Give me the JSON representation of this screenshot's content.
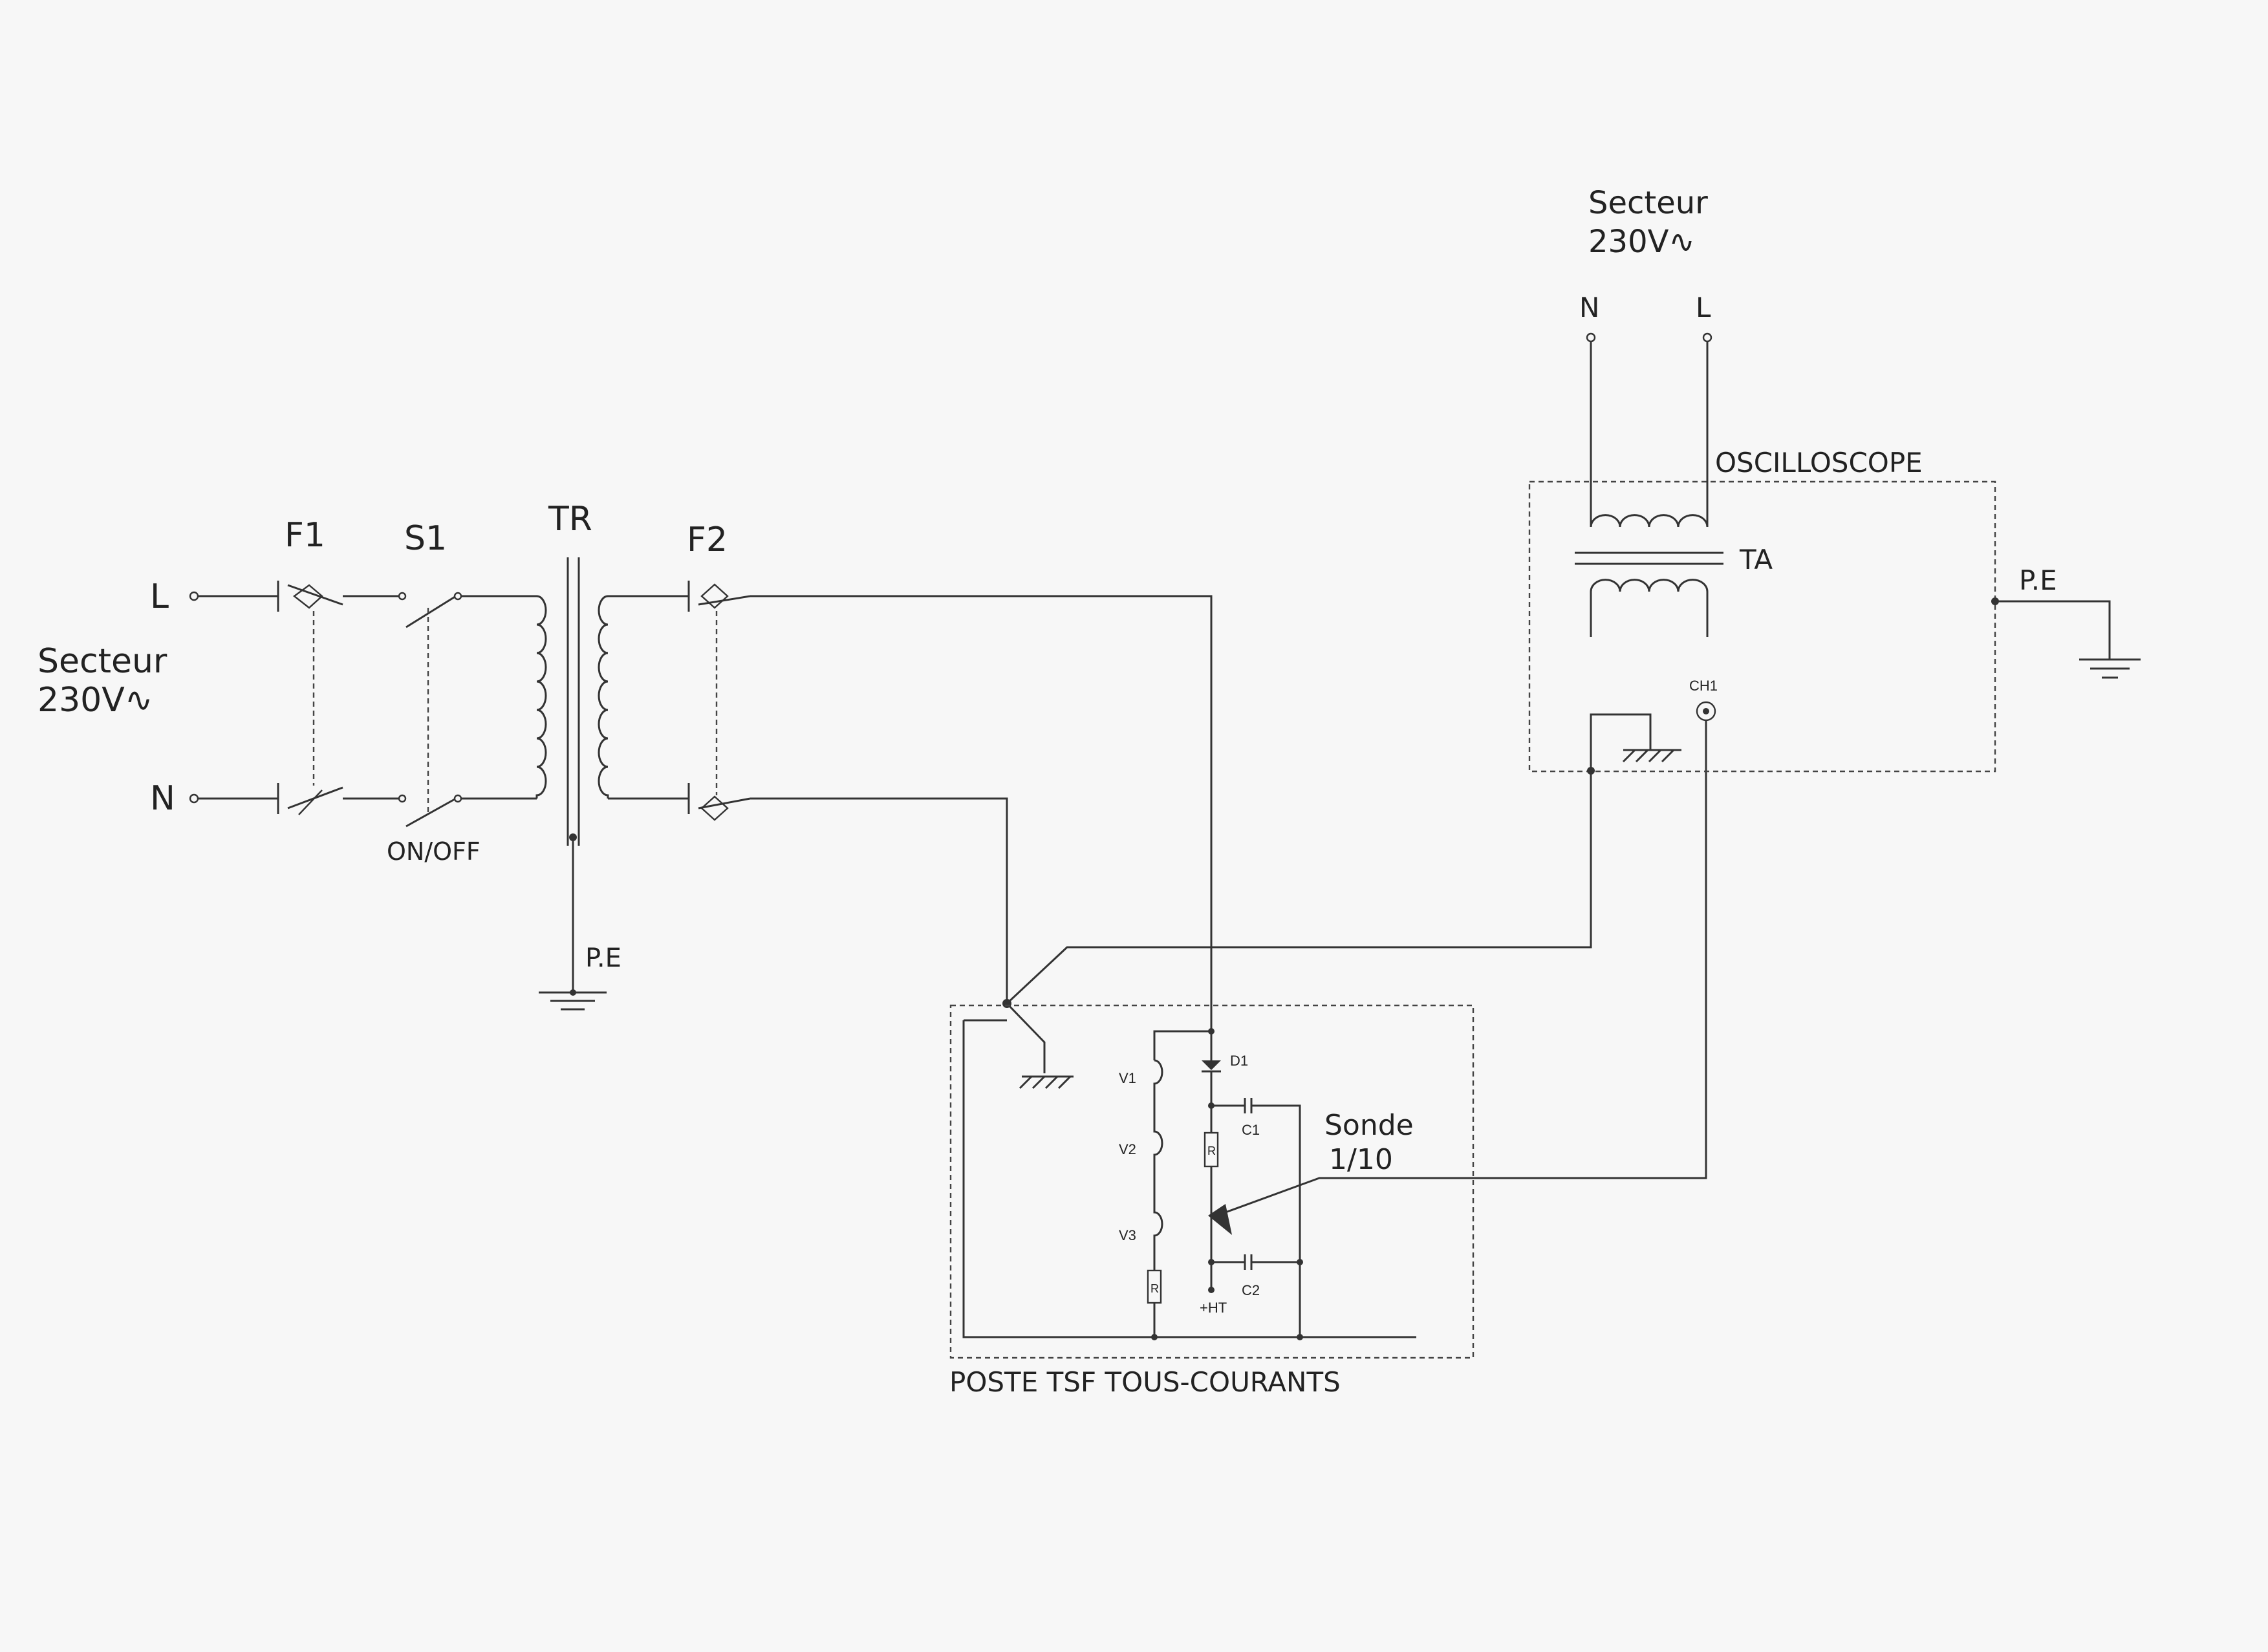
{
  "mains_left": {
    "title": "Secteur",
    "voltage": "230V∿",
    "phase": "L",
    "neutral": "N"
  },
  "components": {
    "fuse1": "F1",
    "switch1": "S1",
    "switch1_state": "ON/OFF",
    "transformer": "TR",
    "fuse2": "F2",
    "earth_tr": "P.E"
  },
  "radio": {
    "title": "POSTE TSF TOUS-COURANTS",
    "diode": "D1",
    "valve1": "V1",
    "valve2": "V2",
    "valve3": "V3",
    "cap1": "C1",
    "cap2": "C2",
    "resistor_a": "R",
    "resistor_b": "R",
    "ht": "+HT",
    "probe": "Sonde",
    "probe_ratio": "1/10"
  },
  "scope": {
    "title": "OSCILLOSCOPE",
    "mains_title": "Secteur",
    "mains_voltage": "230V∿",
    "neutral": "N",
    "phase": "L",
    "transformer": "TA",
    "channel": "CH1",
    "earth": "P.E"
  }
}
